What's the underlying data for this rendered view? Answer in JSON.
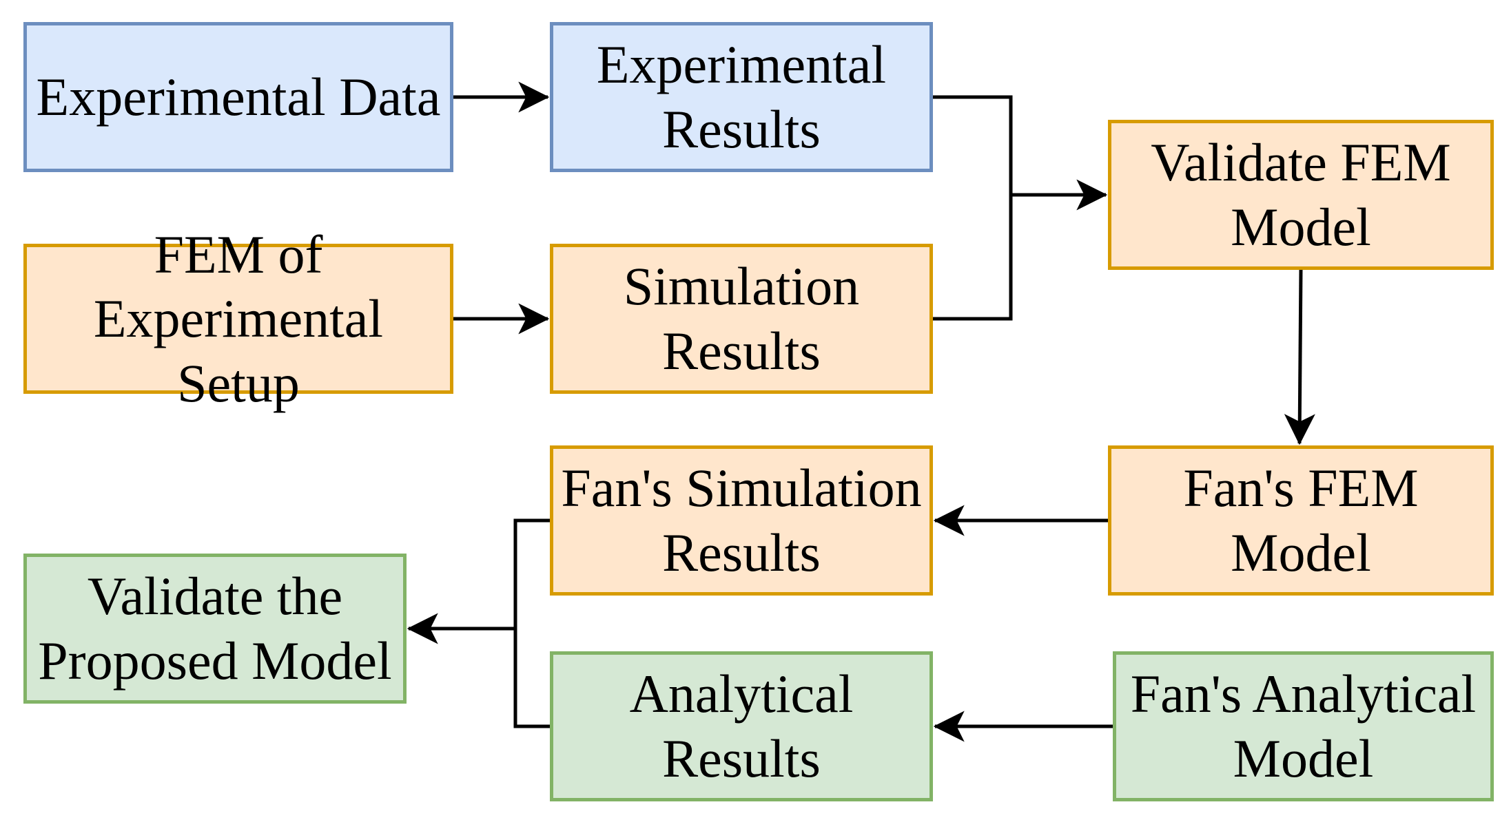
{
  "nodes": {
    "experimental_data": {
      "lines": [
        "Experimental Data"
      ]
    },
    "experimental_results": {
      "lines": [
        "Experimental",
        "Results"
      ]
    },
    "fem_setup": {
      "lines": [
        "FEM of",
        "Experimental Setup"
      ]
    },
    "simulation_results": {
      "lines": [
        "Simulation",
        "Results"
      ]
    },
    "validate_fem": {
      "lines": [
        "Validate FEM",
        "Model"
      ]
    },
    "fans_fem": {
      "lines": [
        "Fan's FEM",
        "Model"
      ]
    },
    "fans_simulation_results": {
      "lines": [
        "Fan's Simulation",
        "Results"
      ]
    },
    "fans_analytical": {
      "lines": [
        "Fan's Analytical",
        "Model"
      ]
    },
    "analytical_results": {
      "lines": [
        "Analytical",
        "Results"
      ]
    },
    "validate_proposed": {
      "lines": [
        "Validate the",
        "Proposed Model"
      ]
    }
  },
  "colors": {
    "blue_fill": "#dae8fc",
    "blue_stroke": "#6c8ebf",
    "orange_fill": "#ffe6cc",
    "orange_stroke": "#d79b00",
    "green_fill": "#d5e8d4",
    "green_stroke": "#82b366",
    "connector": "#000000"
  }
}
